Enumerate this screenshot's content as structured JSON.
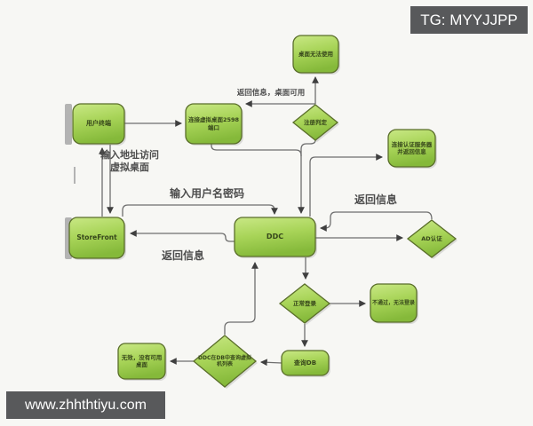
{
  "badge": {
    "text": "TG: MYYJJPP",
    "bg": "#58595b",
    "fg": "#ffffff"
  },
  "watermark": {
    "text": "www.zhhthtiyu.com",
    "bg": "#58595b",
    "fg": "#ffffff"
  },
  "colors": {
    "background": "#f7f7f4",
    "node_fill_top": "#c9e885",
    "node_fill_mid": "#a8d458",
    "node_fill_bottom": "#85b93a",
    "node_border": "#5a6e2a",
    "node_text": "#36461b",
    "connector": "#6e6e6e",
    "flow_label_text": "#4d4d4d"
  },
  "nodes": [
    {
      "id": "user-terminal",
      "shape": "box",
      "label": "用户终端"
    },
    {
      "id": "connect-virtual-desktop",
      "shape": "box",
      "label": "连接虚拟桌面2598端口"
    },
    {
      "id": "desktop-unusable",
      "shape": "box",
      "label": "桌面无法使用"
    },
    {
      "id": "connect-auth-server",
      "shape": "box",
      "label": "连接认证服务器并返回信息"
    },
    {
      "id": "storefront",
      "shape": "box",
      "label": "StoreFront"
    },
    {
      "id": "ddc",
      "shape": "box",
      "label": "DDC"
    },
    {
      "id": "register-check",
      "shape": "diamond",
      "label": "注册判定"
    },
    {
      "id": "ad-auth",
      "shape": "diamond",
      "label": "AD认证"
    },
    {
      "id": "normal-login",
      "shape": "diamond",
      "label": "正常登录"
    },
    {
      "id": "login-fail",
      "shape": "box",
      "label": "不通过，无法登录"
    },
    {
      "id": "query-db",
      "shape": "box",
      "label": "查询DB"
    },
    {
      "id": "ddc-query-vm-list",
      "shape": "diamond",
      "label": "DDC在DB中查询虚拟机列表"
    },
    {
      "id": "invalid-no-desktop",
      "shape": "box",
      "label": "无效，没有可用桌面"
    }
  ],
  "labels": [
    {
      "id": "enter-address",
      "text": "输入地址访问虚拟桌面"
    },
    {
      "id": "enter-credentials",
      "text": "输入用户名密码"
    },
    {
      "id": "return-info-left",
      "text": "返回信息"
    },
    {
      "id": "return-info-desktop-available",
      "text": "返回信息，桌面可用"
    },
    {
      "id": "return-info-right",
      "text": "返回信息"
    }
  ],
  "edges": [
    {
      "from": "user-terminal",
      "to": "connect-virtual-desktop"
    },
    {
      "from": "storefront",
      "to": "user-terminal"
    },
    {
      "from": "user-terminal",
      "to": "storefront",
      "label": "输入地址访问虚拟桌面"
    },
    {
      "from": "storefront",
      "to": "ddc",
      "label": "输入用户名密码"
    },
    {
      "from": "ddc",
      "to": "storefront",
      "label": "返回信息"
    },
    {
      "from": "register-check",
      "to": "desktop-unusable"
    },
    {
      "from": "register-check",
      "to": "connect-virtual-desktop",
      "label": "返回信息，桌面可用"
    },
    {
      "from": "connect-virtual-desktop",
      "to": "ddc"
    },
    {
      "from": "register-check",
      "to": "ddc"
    },
    {
      "from": "ddc",
      "to": "connect-auth-server"
    },
    {
      "from": "ddc",
      "to": "ad-auth"
    },
    {
      "from": "ad-auth",
      "to": "ddc",
      "label": "返回信息"
    },
    {
      "from": "ddc",
      "to": "normal-login"
    },
    {
      "from": "normal-login",
      "to": "login-fail"
    },
    {
      "from": "normal-login",
      "to": "query-db"
    },
    {
      "from": "query-db",
      "to": "ddc-query-vm-list"
    },
    {
      "from": "ddc-query-vm-list",
      "to": "invalid-no-desktop"
    },
    {
      "from": "ddc-query-vm-list",
      "to": "ddc"
    }
  ]
}
